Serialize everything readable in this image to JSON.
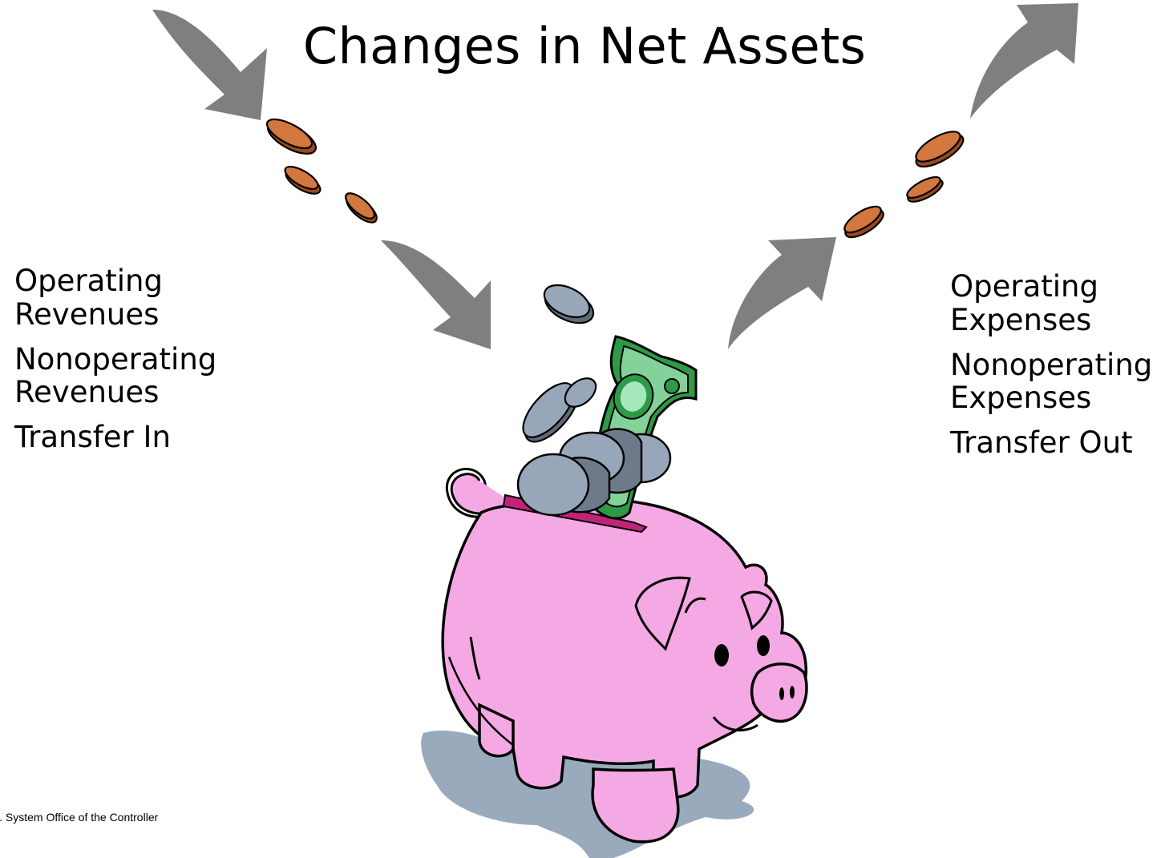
{
  "title": "Changes in Net Assets",
  "inflows": [
    "Operating Revenues",
    "Nonoperating Revenues",
    "Transfer In"
  ],
  "outflows": [
    "Operating Expenses",
    "Nonoperating Expenses",
    "Transfer Out"
  ],
  "footer": "’. System Office of the Controller",
  "colors": {
    "arrow": "#7f7f7f",
    "copper_coin": "#d2773e",
    "silver_coin": "#98a6b9",
    "pig": "#f5a9e4",
    "bill": "#2e9a46",
    "shadow": "#9aaabd"
  },
  "icons": [
    "curved-arrow-in",
    "curved-arrow-out",
    "copper-coin",
    "piggy-bank",
    "dollar-bill",
    "silver-coin"
  ]
}
